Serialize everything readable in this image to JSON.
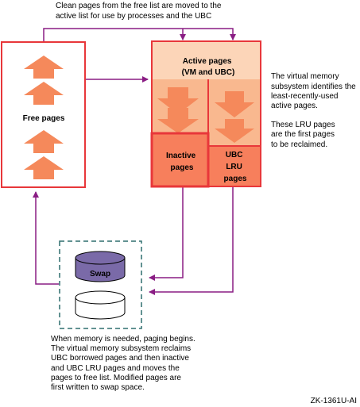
{
  "top_note": [
    "Clean pages from the free list are moved to the",
    "active list for use by processes and the UBC"
  ],
  "free_pages": {
    "label": "Free pages"
  },
  "active_pages": {
    "label_line1": "Active pages",
    "label_line2": "(VM and UBC)"
  },
  "inactive_pages": {
    "label_line1": "Inactive",
    "label_line2": "pages"
  },
  "ubc_lru_pages": {
    "label_line1": "UBC",
    "label_line2": "LRU",
    "label_line3": "pages"
  },
  "right_note": [
    "The virtual memory",
    "subsystem identifies the",
    "least-recently-used",
    "active pages.",
    "These LRU pages",
    "are the first pages",
    "to be reclaimed."
  ],
  "swap": {
    "label": "Swap"
  },
  "bottom_note": [
    "When memory is needed, paging begins.",
    "The virtual memory subsystem reclaims",
    "UBC borrowed pages and then inactive",
    "and UBC LRU pages and moves the",
    "pages to free list.  Modified pages are",
    "first written to swap space."
  ],
  "figure_id": "ZK-1361U-AI",
  "colors": {
    "border_red": "#e8373a",
    "pale_orange": "#fcd5b8",
    "mid_orange": "#f9b88f",
    "dark_orange": "#f77f5c",
    "arrow_orange": "#f5895b",
    "arrow_purple": "#8a1d84",
    "swap_purple": "#7a6aa8",
    "dash_teal": "#2f6e6e"
  },
  "icons": {
    "up_arrow": "up-arrow-icon",
    "down_arrow": "down-arrow-icon",
    "disk": "disk-icon"
  }
}
